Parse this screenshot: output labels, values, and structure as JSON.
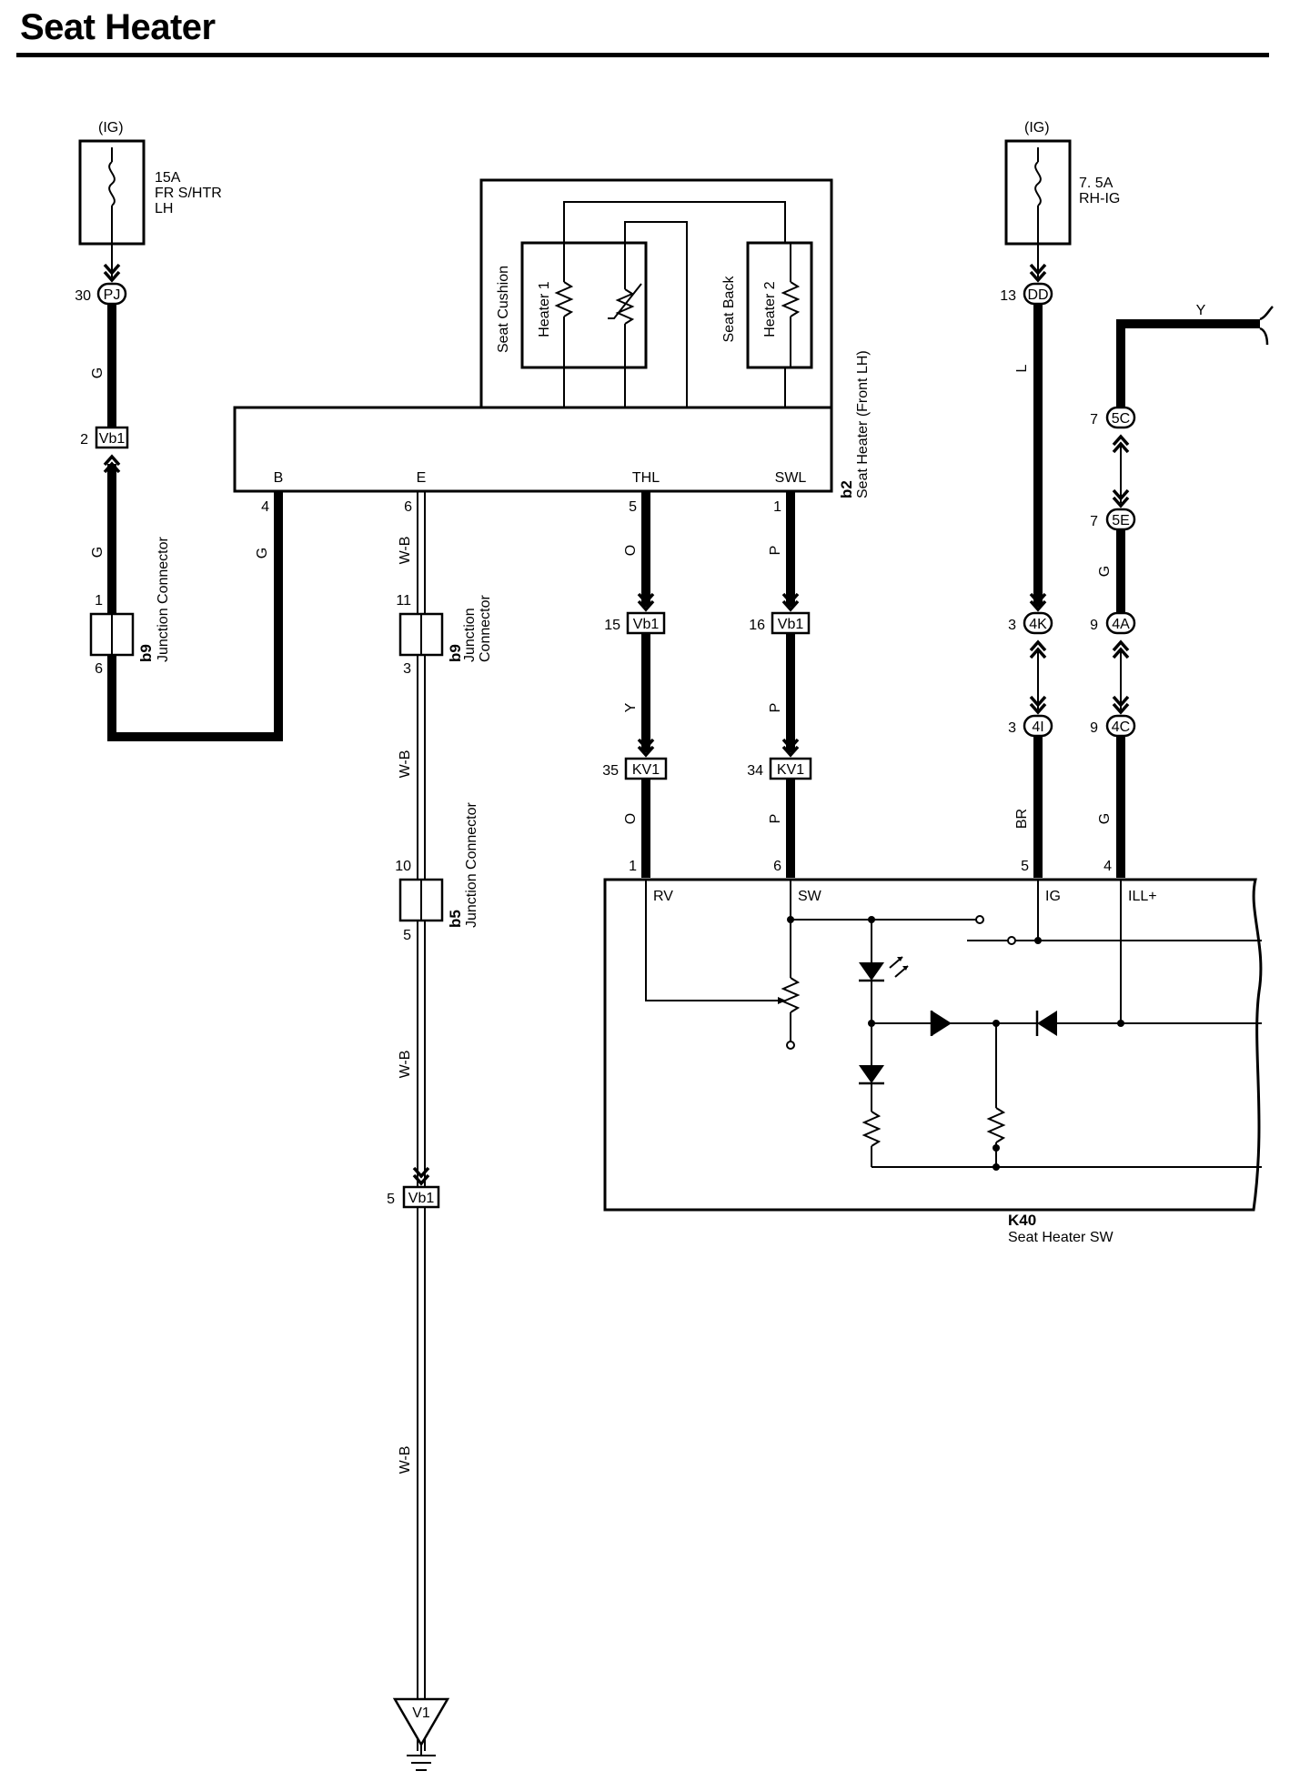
{
  "title": "Seat Heater",
  "fuses": [
    {
      "supply": "(IG)",
      "rating": "15A",
      "name_line1": "FR S/HTR",
      "name_line2": "LH"
    },
    {
      "supply": "(IG)",
      "rating": "7. 5A",
      "name_line1": "RH-IG",
      "name_line2": ""
    }
  ],
  "connectors": {
    "pj": {
      "id": "PJ",
      "pin": "30"
    },
    "vb1_g": {
      "id": "Vb1",
      "pin": "2"
    },
    "vb1_o": {
      "id": "Vb1",
      "pin": "15"
    },
    "vb1_p": {
      "id": "Vb1",
      "pin": "16"
    },
    "vb1_wb": {
      "id": "Vb1",
      "pin": "5"
    },
    "kv1_o": {
      "id": "KV1",
      "pin": "35"
    },
    "kv1_p": {
      "id": "KV1",
      "pin": "34"
    },
    "dd": {
      "id": "DD",
      "pin": "13"
    },
    "c5c": {
      "id": "5C",
      "pin": "7"
    },
    "c5e": {
      "id": "5E",
      "pin": "7"
    },
    "c4k": {
      "id": "4K",
      "pin": "3"
    },
    "c4a": {
      "id": "4A",
      "pin": "9"
    },
    "c4i": {
      "id": "4I",
      "pin": "3"
    },
    "c4c": {
      "id": "4C",
      "pin": "9"
    }
  },
  "junctions": [
    {
      "code": "b9",
      "name": "Junction Connector",
      "pin_top": "1",
      "pin_bottom": "6"
    },
    {
      "code": "b9",
      "name_line1": "Junction",
      "name_line2": "Connector",
      "pin_top": "11",
      "pin_bottom": "3"
    },
    {
      "code": "b5",
      "name": "Junction Connector",
      "pin_top": "10",
      "pin_bottom": "5"
    }
  ],
  "seat_heater": {
    "code": "b2",
    "name": "Seat Heater (Front LH)",
    "cushion_label": "Seat Cushion",
    "back_label": "Seat Back",
    "heater1": "Heater 1",
    "heater2": "Heater 2",
    "terminals": [
      {
        "name": "B",
        "pin": "4"
      },
      {
        "name": "E",
        "pin": "6"
      },
      {
        "name": "THL",
        "pin": "5"
      },
      {
        "name": "SWL",
        "pin": "1"
      }
    ]
  },
  "switch": {
    "code": "K40",
    "name": "Seat Heater SW",
    "terminals": [
      {
        "name": "RV",
        "pin": "1"
      },
      {
        "name": "SW",
        "pin": "6"
      },
      {
        "name": "IG",
        "pin": "5"
      },
      {
        "name": "ILL+",
        "pin": "4"
      }
    ]
  },
  "ground": "V1",
  "wire_colors": {
    "g1": "G",
    "g2": "G",
    "g3": "G",
    "wb1": "W-B",
    "wb2": "W-B",
    "wb3": "W-B",
    "wb4": "W-B",
    "o1": "O",
    "y1": "Y",
    "o2": "O",
    "p1": "P",
    "p2": "P",
    "p3": "P",
    "l1": "L",
    "br1": "BR",
    "y_top": "Y",
    "g4": "G",
    "g5": "G"
  }
}
